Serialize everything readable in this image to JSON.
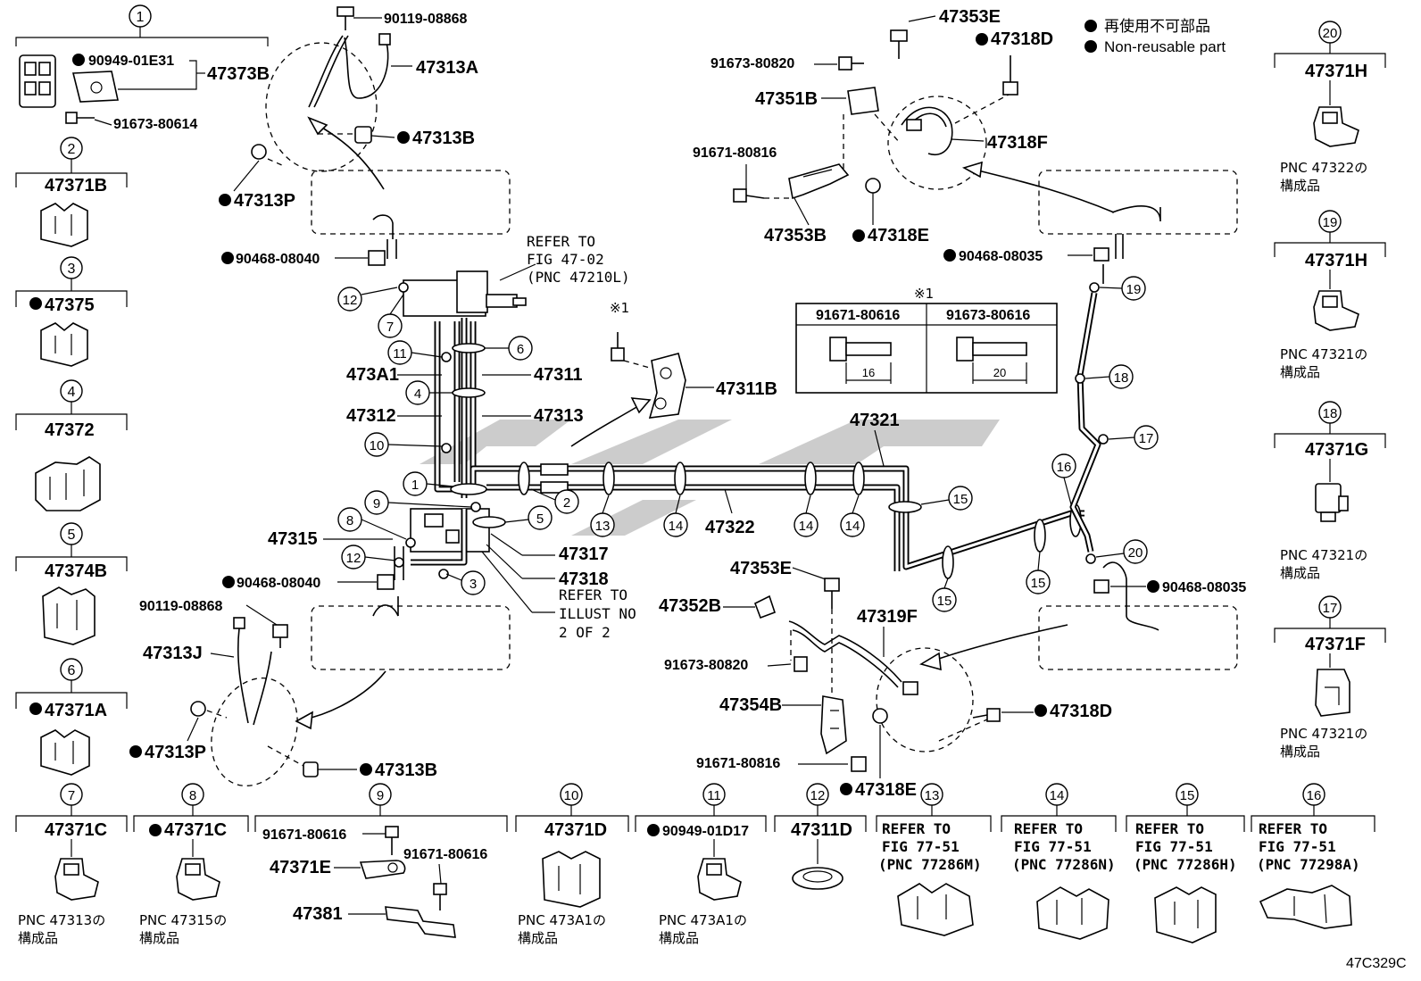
{
  "legend": {
    "line1": "再使用不可部品",
    "line2": "Non-reusable part"
  },
  "figure_code": "47C329C",
  "note_mark": "※1",
  "bolt_table": {
    "col1": "91671-80616",
    "col2": "91673-80616",
    "dim1": "16",
    "dim2": "20"
  },
  "left_column": [
    {
      "num": "1",
      "part": "47373B"
    },
    {
      "num": "2",
      "part": "47371B"
    },
    {
      "num": "3",
      "part": "47375"
    },
    {
      "num": "4",
      "part": "47372"
    },
    {
      "num": "5",
      "part": "47374B"
    },
    {
      "num": "6",
      "part": "47371A"
    }
  ],
  "item1_subparts": {
    "a": "90949-01E31",
    "b": "91673-80614"
  },
  "right_column": [
    {
      "num": "20",
      "part": "47371H",
      "note1": "PNC 47322の",
      "note2": "構成品"
    },
    {
      "num": "19",
      "part": "47371H",
      "note1": "PNC 47321の",
      "note2": "構成品"
    },
    {
      "num": "18",
      "part": "47371G",
      "note1": "PNC 47321の",
      "note2": "構成品"
    },
    {
      "num": "17",
      "part": "47371F",
      "note1": "PNC 47321の",
      "note2": "構成品"
    }
  ],
  "bottom_row": [
    {
      "num": "7",
      "part": "47371C",
      "note1": "PNC 47313の",
      "note2": "構成品"
    },
    {
      "num": "8",
      "part": "47371C",
      "note1": "PNC 47315の",
      "note2": "構成品"
    },
    {
      "num": "9",
      "sub1": "91671-80616",
      "sub2": "47371E",
      "sub3": "91671-80616",
      "sub4": "47381"
    },
    {
      "num": "10",
      "part": "47371D",
      "note1": "PNC 473A1の",
      "note2": "構成品"
    },
    {
      "num": "11",
      "part": "90949-01D17",
      "note1": "PNC 473A1の",
      "note2": "構成品"
    },
    {
      "num": "12",
      "part": "47311D"
    },
    {
      "num": "13",
      "ref1": "REFER TO",
      "ref2": "FIG 77-51",
      "ref3": "(PNC 77286M)"
    },
    {
      "num": "14",
      "ref1": "REFER TO",
      "ref2": "FIG 77-51",
      "ref3": "(PNC 77286N)"
    },
    {
      "num": "15",
      "ref1": "REFER TO",
      "ref2": "FIG 77-51",
      "ref3": "(PNC 77286H)"
    },
    {
      "num": "16",
      "ref1": "REFER TO",
      "ref2": "FIG 77-51",
      "ref3": "(PNC 77298A)"
    }
  ],
  "labels": {
    "p90119a": "90119-08868",
    "p47313A": "47313A",
    "p47313B": "47313B",
    "p47313P": "47313P",
    "p90468a": "90468-08040",
    "refer1": "REFER TO",
    "refer2": "FIG 47-02",
    "refer3": "(PNC 47210L)",
    "p473A1": "473A1",
    "p47312": "47312",
    "p47311": "47311",
    "p47313": "47313",
    "p47311B": "47311B",
    "p47315": "47315",
    "p90468b": "90468-08040",
    "p47317": "47317",
    "p47318": "47318",
    "illust1": "REFER TO",
    "illust2": "ILLUST NO",
    "illust3": "2 OF 2",
    "p90119b": "90119-08868",
    "p47313J": "47313J",
    "p47313P2": "47313P",
    "p47313B2": "47313B",
    "p47322": "47322",
    "p47321": "47321",
    "p47353E": "47353E",
    "p47318D": "47318D",
    "p91673a": "91673-80820",
    "p47351B": "47351B",
    "p47318F": "47318F",
    "p91671a": "91671-80816",
    "p47353B": "47353B",
    "p47318E": "47318E",
    "p90468c": "90468-08035",
    "p90468d": "90468-08035",
    "p47353E2": "47353E",
    "p47352B": "47352B",
    "p47319F": "47319F",
    "p91673b": "91673-80820",
    "p47354B": "47354B",
    "p47318D2": "47318D",
    "p91671b": "91671-80816",
    "p47318E2": "47318E"
  }
}
